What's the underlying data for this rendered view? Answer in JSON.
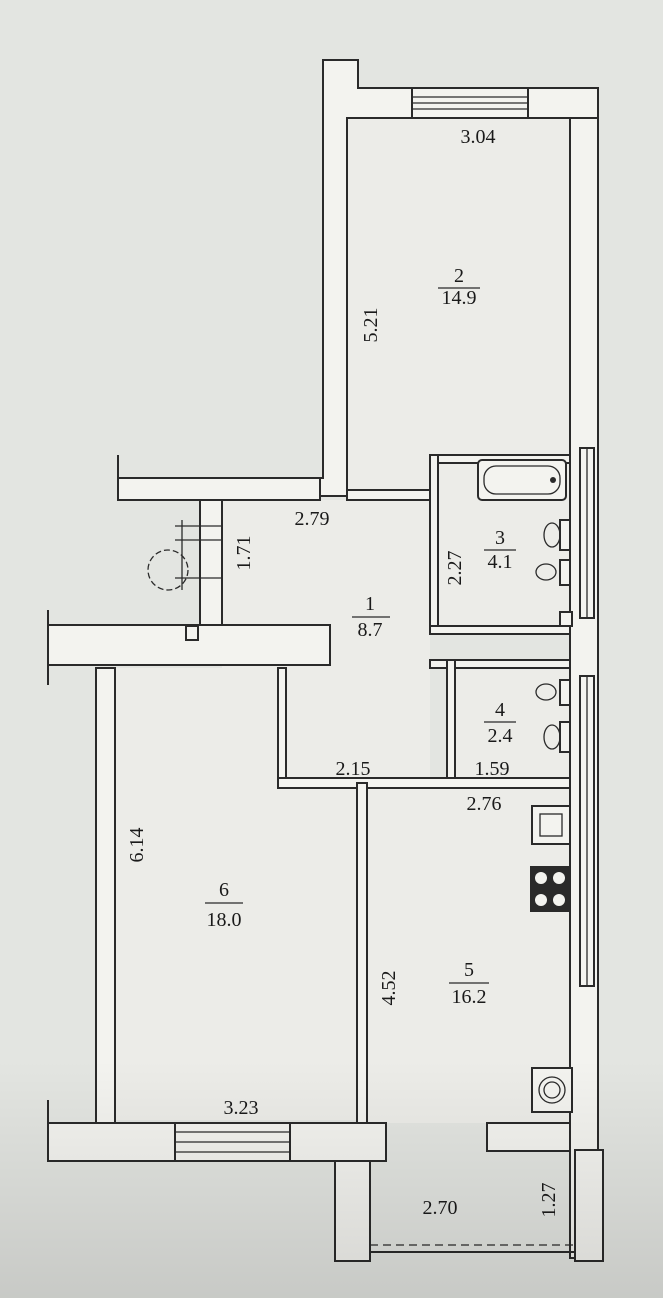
{
  "rooms": [
    {
      "id": "1",
      "number": "1",
      "area": "8.7"
    },
    {
      "id": "2",
      "number": "2",
      "area": "14.9"
    },
    {
      "id": "3",
      "number": "3",
      "area": "4.1"
    },
    {
      "id": "4",
      "number": "4",
      "area": "2.4"
    },
    {
      "id": "5",
      "number": "5",
      "area": "16.2"
    },
    {
      "id": "6",
      "number": "6",
      "area": "18.0"
    }
  ],
  "dimensions": {
    "d304": "3.04",
    "d521": "5.21",
    "d279": "2.79",
    "d171": "1.71",
    "d227": "2.27",
    "d215": "2.15",
    "d159": "1.59",
    "d276": "2.76",
    "d614": "6.14",
    "d452": "4.52",
    "d323": "3.23",
    "d270": "2.70",
    "d127": "1.27"
  }
}
